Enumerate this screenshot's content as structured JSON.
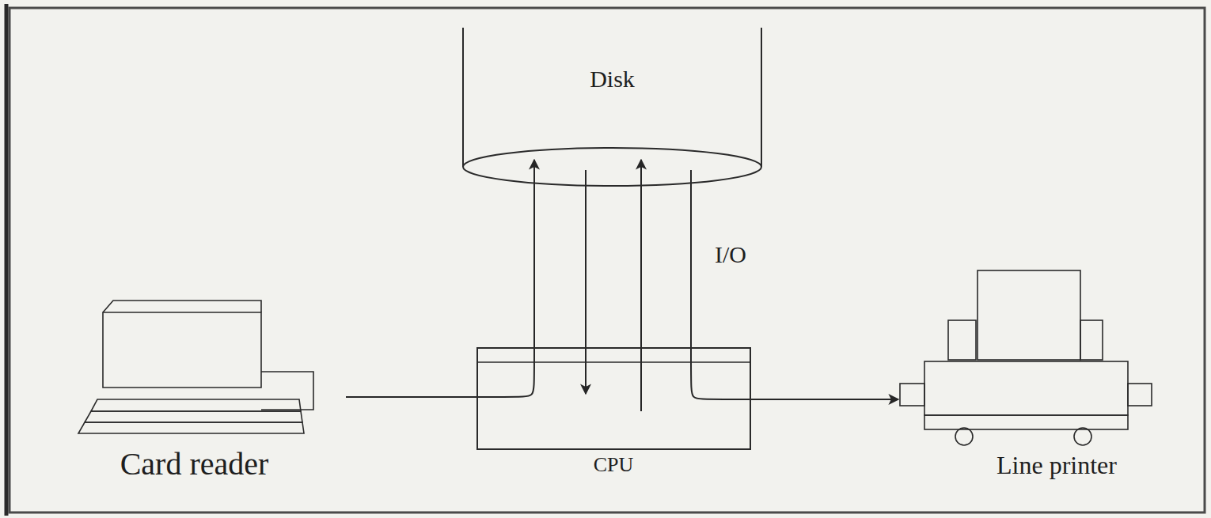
{
  "diagram": {
    "nodes": [
      {
        "text": [
          "Disk"
        ]
      },
      {
        "text": [
          "Card reader"
        ]
      },
      {
        "text": [
          "CPU"
        ]
      },
      {
        "text": [
          "Line printer"
        ]
      }
    ],
    "edges": [
      {
        "from": 1,
        "to": 0,
        "arrow": "to"
      },
      {
        "from": 0,
        "to": 2,
        "arrow": "to"
      },
      {
        "from": 2,
        "to": 0,
        "arrow": "to"
      },
      {
        "from": 0,
        "to": 3,
        "arrow": "to"
      }
    ],
    "labels": [
      "I/O"
    ]
  }
}
